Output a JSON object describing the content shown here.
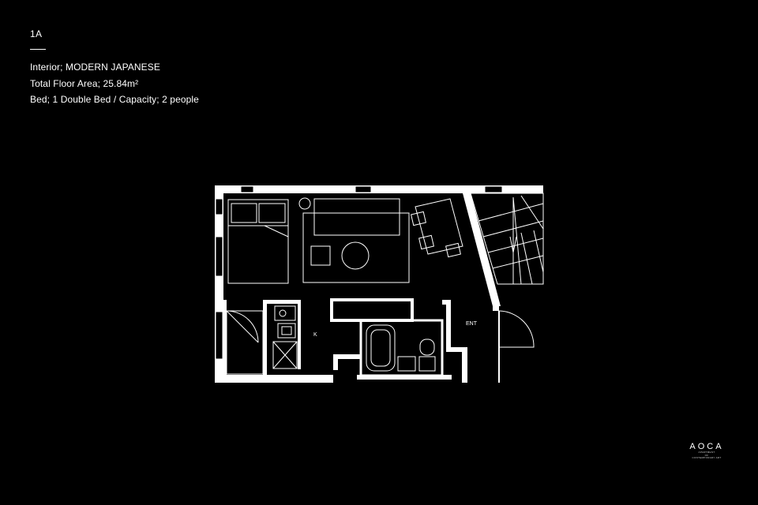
{
  "unit": {
    "name": "1A",
    "interior": "Interior; MODERN JAPANESE",
    "floor_area": "Total Floor Area; 25.84m²",
    "bed_capacity": "Bed; 1 Double Bed / Capacity; 2 people"
  },
  "plan": {
    "kitchen_label": "K",
    "entrance_label": "ENT"
  },
  "brand": {
    "logo": "AOCA",
    "tagline_1": "APARTMENT",
    "tagline_2": "OF",
    "tagline_3": "CONTEMPORARY ART"
  }
}
